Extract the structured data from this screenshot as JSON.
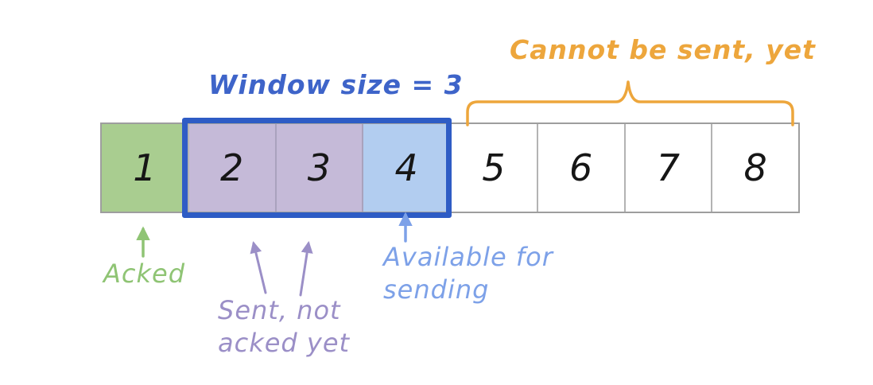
{
  "diagram": {
    "kind": "sliding-window-protocol",
    "window_label": "Window size = 3",
    "window_size": 3,
    "cannot_label": "Cannot be sent, yet",
    "acked_label": "Acked",
    "sent_label": "Sent, not\nacked yet",
    "available_label": "Available for\nsending"
  },
  "sequence_cells": [
    {
      "label": "1",
      "state": "acked"
    },
    {
      "label": "2",
      "state": "sent-not-acked"
    },
    {
      "label": "3",
      "state": "sent-not-acked"
    },
    {
      "label": "4",
      "state": "available-for-sending"
    },
    {
      "label": "5",
      "state": "cannot-be-sent"
    },
    {
      "label": "6",
      "state": "cannot-be-sent"
    },
    {
      "label": "7",
      "state": "cannot-be-sent"
    },
    {
      "label": "8",
      "state": "cannot-be-sent"
    }
  ],
  "colors": {
    "acked_fill": "#a9cd90",
    "sent_fill": "#c5bad8",
    "available_fill": "#b2cdf0",
    "cannot_fill": "#ffffff",
    "window_border": "#2e5cc5",
    "cell_border": "#9e9e9e",
    "window_label_text": "#3e64c9",
    "cannot_accent": "#eda63c",
    "acked_accent": "#8fc474",
    "sent_accent": "#9b8fc7",
    "available_accent": "#7da1e8"
  }
}
